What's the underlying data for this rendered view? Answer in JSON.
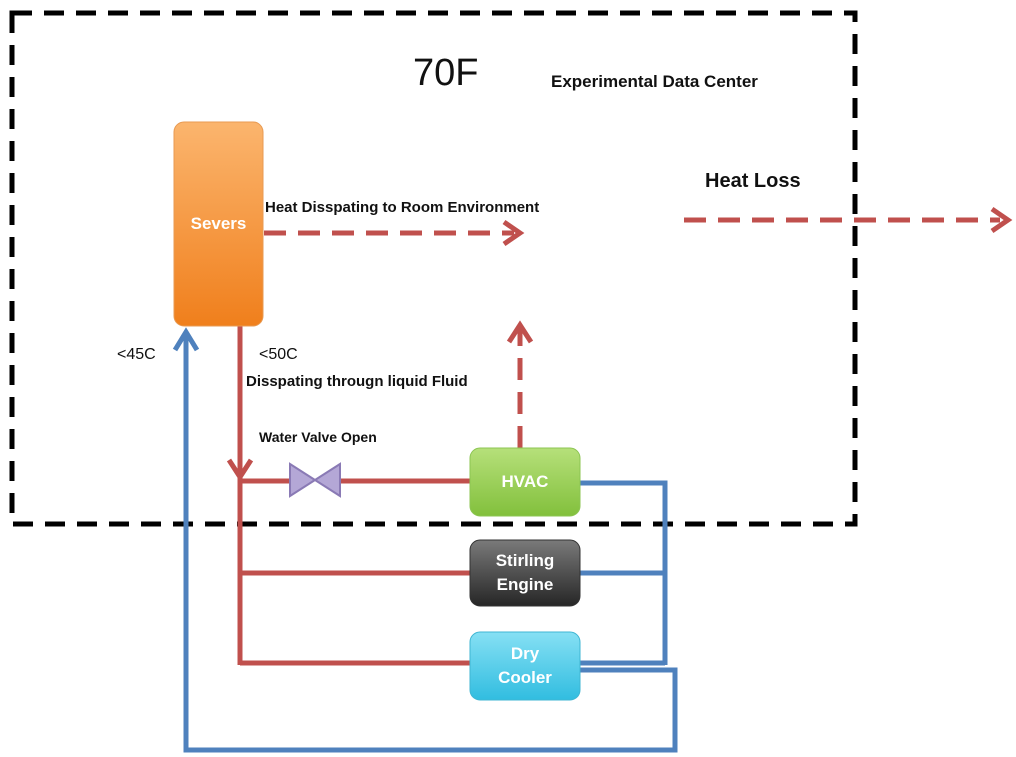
{
  "room": {
    "temperature": "70F",
    "title": "Experimental Data Center"
  },
  "labels": {
    "heat_loss": "Heat Loss",
    "heat_dissipating": "Heat Disspating to Room Environment",
    "return_temp": "<45C",
    "supply_temp": "<50C",
    "liquid_fluid": "Disspating througn liquid Fluid",
    "valve": "Water Valve Open"
  },
  "components": {
    "servers": "Severs",
    "hvac": "HVAC",
    "stirling": "Stirling\nEngine",
    "dry_cooler": "Dry\nCooler"
  },
  "colors": {
    "hot_line": "#c0504d",
    "cold_line": "#4f81bd",
    "boundary": "#000000",
    "servers_fill": "#f79646",
    "hvac_fill": "#92d050",
    "stirling_fill": "#404040",
    "dry_cooler_fill": "#4bc8e6",
    "valve_fill": "#b4a7d6"
  }
}
